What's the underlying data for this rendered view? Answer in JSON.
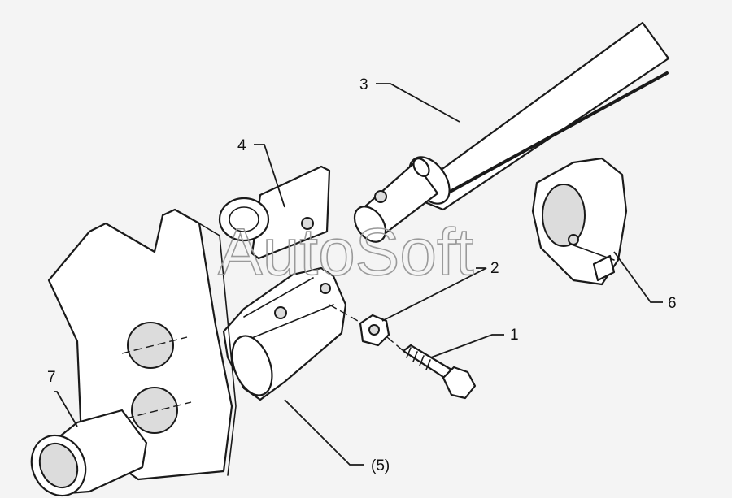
{
  "diagram": {
    "parts": [
      {
        "id": "1",
        "label": "1"
      },
      {
        "id": "2",
        "label": "2"
      },
      {
        "id": "3",
        "label": "3"
      },
      {
        "id": "4",
        "label": "4"
      },
      {
        "id": "5",
        "label": "(5)"
      },
      {
        "id": "6",
        "label": "6"
      },
      {
        "id": "7",
        "label": "7"
      }
    ],
    "watermark": "AutoSoft"
  },
  "colors": {
    "background": "#f4f4f4",
    "line": "#1a1a1a",
    "fill": "#ffffff",
    "watermark": "#9a9a9a"
  }
}
